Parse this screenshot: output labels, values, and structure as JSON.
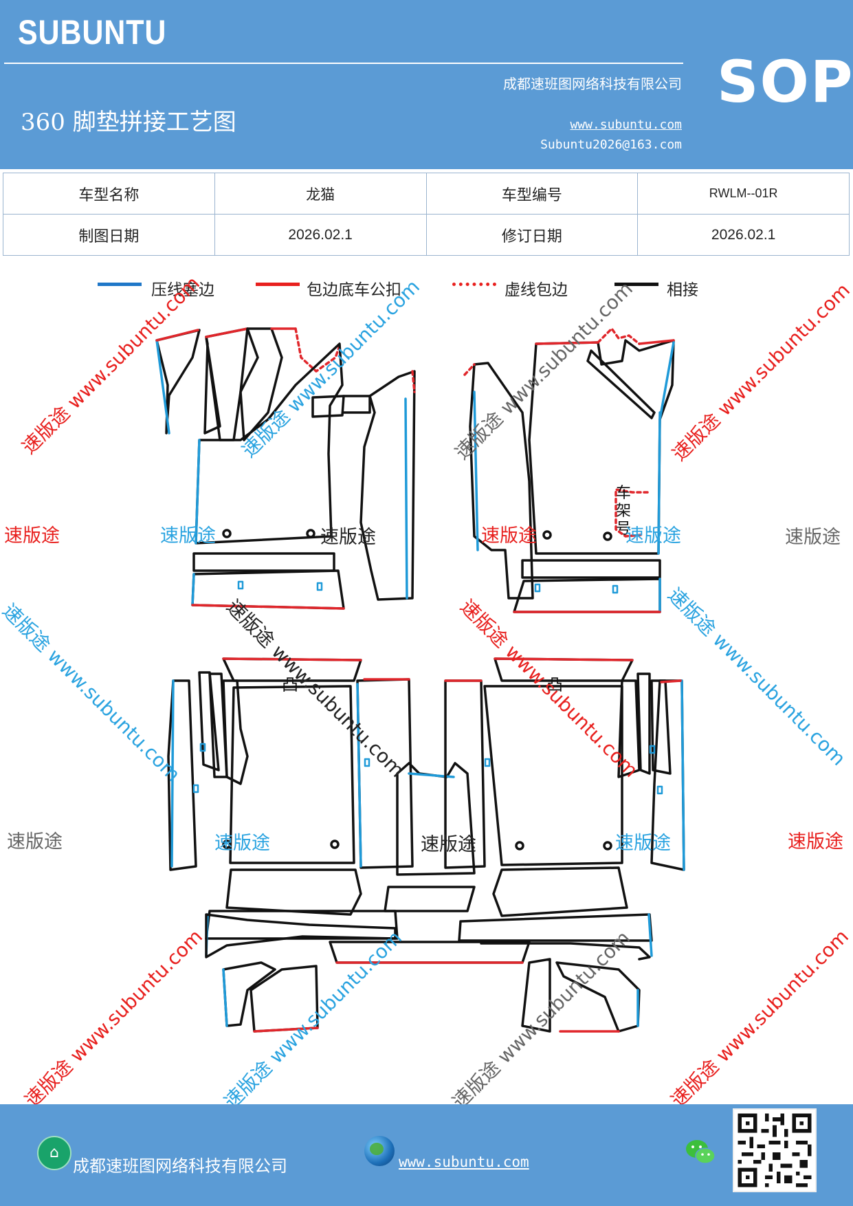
{
  "header": {
    "brand": "SUBUNTU",
    "company": "成都速班图网络科技有限公司",
    "doc_title": "360 脚垫拼接工艺图",
    "website": "www.subuntu.com",
    "email": "Subuntu2026@163.com",
    "sop": "SOP"
  },
  "info_table": {
    "model_name_label": "车型名称",
    "model_name": "龙猫",
    "model_code_label": "车型编号",
    "model_code": "RWLM--01R",
    "drawing_date_label": "制图日期",
    "drawing_date": "2026.02.1",
    "revision_date_label": "修订日期",
    "revision_date": "2026.02.1"
  },
  "legend": {
    "items": [
      {
        "label": "压线塞边",
        "color": "#1f77c8",
        "style": "solid"
      },
      {
        "label": "包边底车公扣",
        "color": "#e8201e",
        "style": "solid"
      },
      {
        "label": "虚线包边",
        "color": "#e8201e",
        "style": "dotted"
      },
      {
        "label": "相接",
        "color": "#111111",
        "style": "solid"
      }
    ]
  },
  "watermarks": {
    "brand_cn": "速版途",
    "diag": "速版途 www.subuntu.com"
  },
  "annotations": {
    "frame_number": "车架号",
    "tab": "凸"
  },
  "footer": {
    "company": "成都速班图网络科技有限公司",
    "website": "www.subuntu.com"
  },
  "colors": {
    "header_bg": "#5b9bd5",
    "blue_line": "#1f9ad8",
    "red_line": "#e0262b",
    "black_line": "#111111",
    "wm_red": "#e8201e",
    "wm_blue": "#2aa3e0",
    "wm_gray": "#666666"
  },
  "icons": [
    "home-icon",
    "globe-icon",
    "wechat-icon",
    "qr-code"
  ]
}
